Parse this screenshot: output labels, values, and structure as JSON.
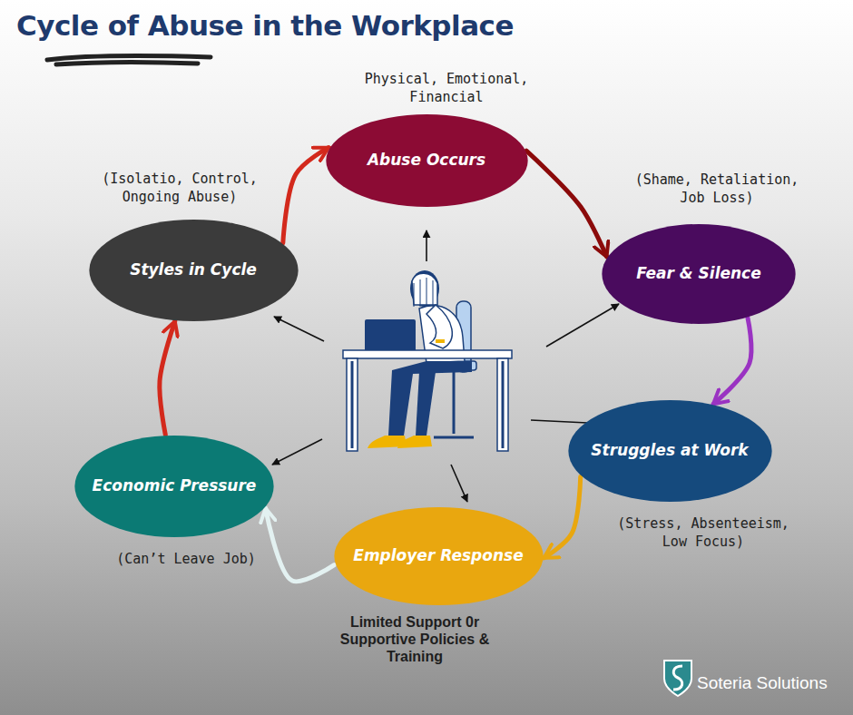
{
  "diagram": {
    "title": "Cycle of Abuse in the Workplace",
    "nodes": [
      {
        "text": [
          "Abuse Occurs",
          "Physical, Emotional, Financial"
        ]
      },
      {
        "text": [
          "Fear & Silence",
          "(Shame, Retaliation, Job Loss)"
        ]
      },
      {
        "text": [
          "Struggles at Work",
          "(Stress, Absenteeism, Low Focus)"
        ]
      },
      {
        "text": [
          "Employer Response",
          "Limited Support 0r Supportive Policies & Training"
        ]
      },
      {
        "text": [
          "Economic Pressure",
          "(Can’t Leave Job)"
        ]
      },
      {
        "text": [
          "Styles in Cycle",
          "(Isolatio, Control, Ongoing Abuse)"
        ]
      }
    ],
    "edges": [
      {
        "from": 0,
        "to": 1,
        "arrow": "to"
      },
      {
        "from": 1,
        "to": 2,
        "arrow": "to"
      },
      {
        "from": 2,
        "to": 3,
        "arrow": "to"
      },
      {
        "from": 3,
        "to": 4,
        "arrow": "to"
      },
      {
        "from": 4,
        "to": 5,
        "arrow": "to"
      },
      {
        "from": 5,
        "to": 0,
        "arrow": "to"
      }
    ],
    "labels": [
      "Soteria Solutions"
    ]
  }
}
